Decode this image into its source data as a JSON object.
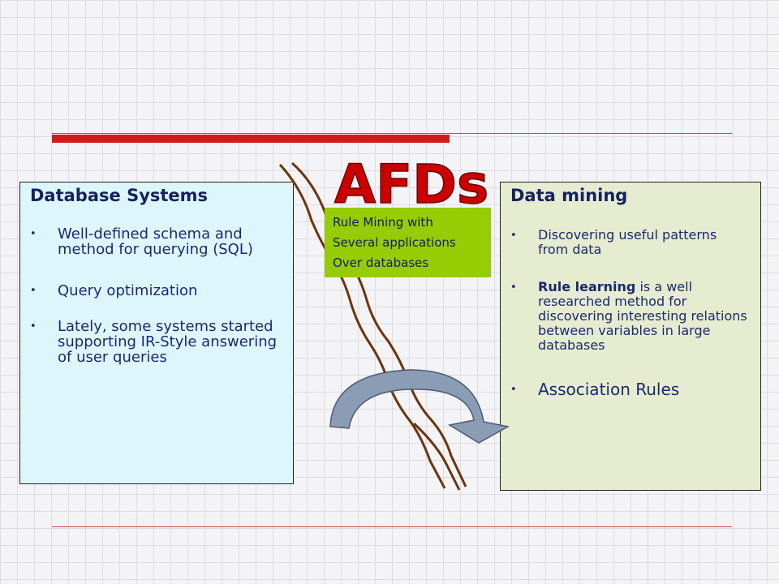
{
  "title": "AFDs",
  "callout": {
    "lines": [
      "Rule Mining with",
      "Several applications",
      "Over databases"
    ]
  },
  "left_panel": {
    "title": "Database Systems",
    "items": [
      "Well-defined schema and method for querying (SQL)",
      "Query optimization",
      "Lately, some systems started supporting IR-Style answering of user queries"
    ]
  },
  "right_panel": {
    "title": "Data mining",
    "items": [
      {
        "bold": "",
        "rest": "Discovering useful patterns from data"
      },
      {
        "bold": "Rule learning",
        "rest": " is a well researched method for discovering interesting relations between variables in large databases"
      },
      {
        "bold": "",
        "rest": "Association Rules"
      }
    ]
  },
  "colors": {
    "title_red": "#cc0000",
    "accent_line": "#d21a1a",
    "left_bg": "#dcf6fc",
    "right_bg": "#e6ecd0",
    "callout_bg": "#95cc04",
    "text_navy": "#1a2a6c",
    "river": "#6b3510",
    "arrow": "#8a9db5"
  }
}
